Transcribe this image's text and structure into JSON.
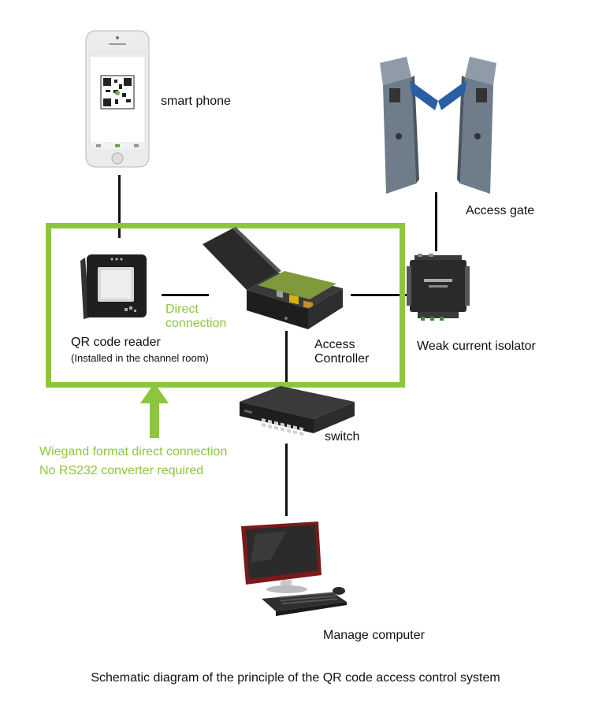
{
  "labels": {
    "smart_phone": "smart phone",
    "access_gate": "Access gate",
    "direct_line1": "Direct",
    "direct_line2": "connection",
    "qr_reader": "QR code reader",
    "qr_reader_note": "(Installed in the channel room)",
    "access_line1": "Access",
    "access_line2": "Controller",
    "isolator": "Weak current isolator",
    "switch": "switch",
    "wiegand_line1": "Wiegand format direct connection",
    "wiegand_line2": "No RS232 converter required",
    "computer": "Manage computer",
    "caption": "Schematic diagram of the principle of the QR code access control system"
  },
  "colors": {
    "accent_green": "#8cc63f",
    "line": "#111111"
  }
}
